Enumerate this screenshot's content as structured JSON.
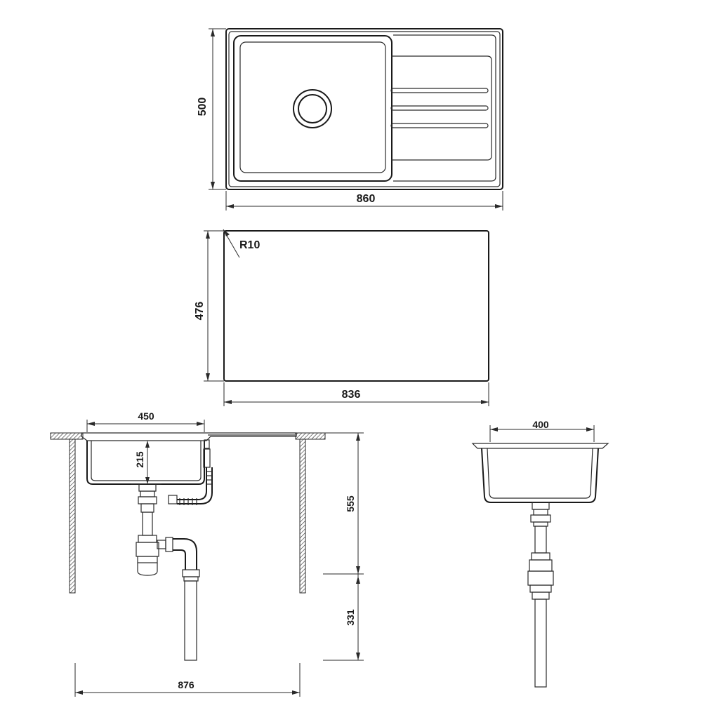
{
  "dimensions": {
    "top_height": "500",
    "top_width": "860",
    "cutout_radius": "R10",
    "cutout_height": "476",
    "cutout_width": "836",
    "bowl_width_side": "450",
    "bowl_depth": "215",
    "cabinet_height": "555",
    "drain_extension": "331",
    "cabinet_width": "876",
    "bowl_width_front": "400"
  },
  "colors": {
    "line": "#2a2a2a",
    "background": "#ffffff"
  }
}
